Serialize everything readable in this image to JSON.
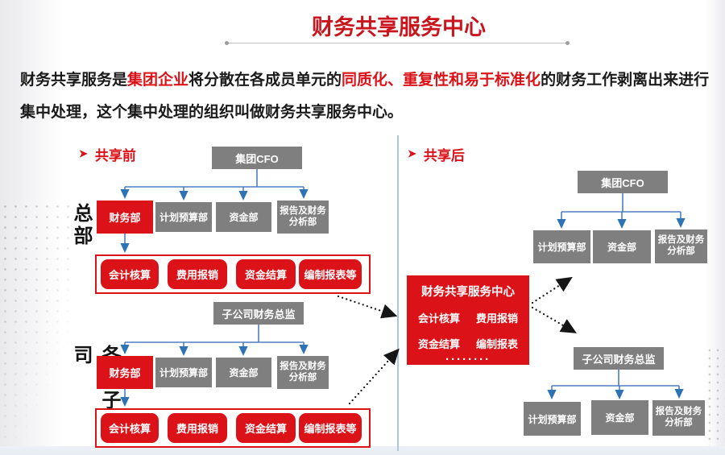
{
  "slide_title": "财务共享服务中心",
  "intro": {
    "lead": "财务共享服务是",
    "highlight1": "集团企业",
    "middle": "将分散在各成员单元的",
    "highlight2": "同质化、重复性和易于标准化",
    "tail": "的财务工作剥离出来进行集中处理，这个集中处理的组织叫做财务共享服务中心。"
  },
  "before": {
    "bullet": "➤",
    "label": "共享前",
    "hq_label": "总部",
    "subsidiaries_label": "各个子公司",
    "cfo": "集团CFO",
    "sub_cfo": "子公司财务总监",
    "departments": {
      "finance": "财务部",
      "planning": "计划预算部",
      "treasury": "资金部",
      "reporting_l1": "报告及财务",
      "reporting_l2": "分析部"
    },
    "tasks": [
      "会计核算",
      "费用报销",
      "资金结算",
      "编制报表等"
    ]
  },
  "after": {
    "bullet": "➤",
    "label": "共享后",
    "cfo": "集团CFO",
    "sub_cfo": "子公司财务总监",
    "departments": {
      "planning": "计划预算部",
      "treasury": "资金部",
      "reporting_l1": "报告及财务",
      "reporting_l2": "分析部"
    },
    "ssc": {
      "title": "财务共享服务中心",
      "tasks": [
        "会计核算",
        "费用报销",
        "资金结算",
        "编制报表"
      ],
      "ellipsis": "········"
    }
  },
  "colors": {
    "red": "#DC1219",
    "title_red": "#C9161E",
    "gray": "#7F7F7F",
    "blue": "#2E74B5",
    "divider_blue": "#A9C6E3",
    "text": "#1A1A1A"
  }
}
